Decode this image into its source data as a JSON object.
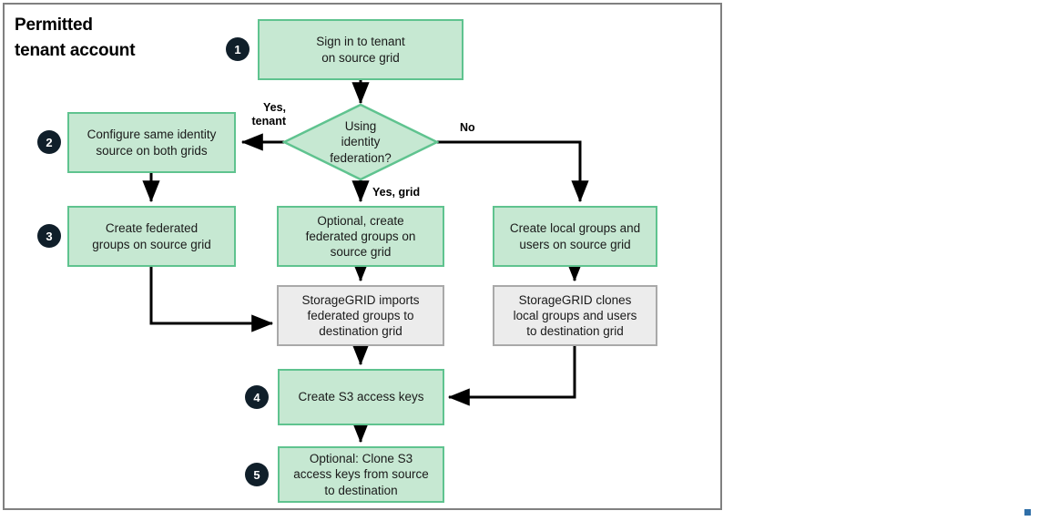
{
  "diagram": {
    "title": "Permitted\ntenant account",
    "colors": {
      "green_fill": "#c6e8d2",
      "green_border": "#5fc38f",
      "gray_fill": "#ececec",
      "gray_border": "#a9a9a9",
      "badge_fill": "#101f2a",
      "frame_border": "#808080",
      "connector": "#000000",
      "handle": "#2f6fa8"
    },
    "nodes": {
      "sign_in": "Sign in to tenant\non source grid",
      "decision": "Using\nidentity\nfederation?",
      "configure_identity": "Configure same identity\nsource on both grids",
      "create_federated_groups": "Create federated\ngroups on source grid",
      "optional_federated_groups": "Optional, create\nfederated groups on\nsource grid",
      "create_local_groups": "Create local groups and\nusers on source grid",
      "imports_federated": "StorageGRID imports\nfederated groups to\ndestination grid",
      "clones_local": "StorageGRID clones\nlocal groups and users\nto destination grid",
      "create_keys": "Create S3 access keys",
      "clone_keys": "Optional: Clone S3\naccess keys from source\nto destination"
    },
    "edge_labels": {
      "yes_tenant": "Yes,\ntenant",
      "no": "No",
      "yes_grid": "Yes, grid"
    },
    "badges": [
      "1",
      "2",
      "3",
      "4",
      "5"
    ]
  }
}
